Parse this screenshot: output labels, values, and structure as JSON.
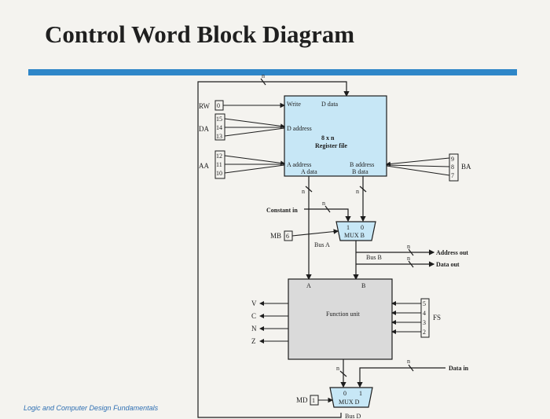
{
  "title": "Control Word Block Diagram",
  "footer": "Logic and Computer Design Fundamentals",
  "colors": {
    "accent": "#2e86c8",
    "register_file": "#c7e7f6",
    "function_unit": "#dadada"
  },
  "fields": {
    "rw": {
      "label": "RW",
      "bits": [
        "0"
      ]
    },
    "da": {
      "label": "DA",
      "bits": [
        "15",
        "14",
        "13"
      ]
    },
    "aa": {
      "label": "AA",
      "bits": [
        "12",
        "11",
        "10"
      ]
    },
    "ba": {
      "label": "BA",
      "bits": [
        "9",
        "8",
        "7"
      ]
    },
    "mb": {
      "label": "MB",
      "bits": [
        "6"
      ]
    },
    "fs": {
      "label": "FS",
      "bits": [
        "5",
        "4",
        "3",
        "2"
      ]
    },
    "md": {
      "label": "MD",
      "bits": [
        "1"
      ]
    }
  },
  "register_file": {
    "write": "Write",
    "d_data": "D data",
    "d_address": "D address",
    "size": "8 x n",
    "name": "Register file",
    "a_address": "A address",
    "b_address": "B address",
    "a_data": "A data",
    "b_data": "B data"
  },
  "constant_in": "Constant in",
  "mux_b": {
    "name": "MUX B",
    "inputs": [
      "1",
      "0"
    ]
  },
  "bus_a": "Bus A",
  "bus_b": "Bus B",
  "address_out": "Address out",
  "data_out": "Data out",
  "function_unit": {
    "name": "Function unit",
    "in_a": "A",
    "in_b": "B"
  },
  "flags": [
    "V",
    "C",
    "N",
    "Z"
  ],
  "data_in": "Data in",
  "mux_d": {
    "name": "MUX D",
    "inputs": [
      "0",
      "1"
    ]
  },
  "bus_d": "Bus D",
  "width_label": "n"
}
